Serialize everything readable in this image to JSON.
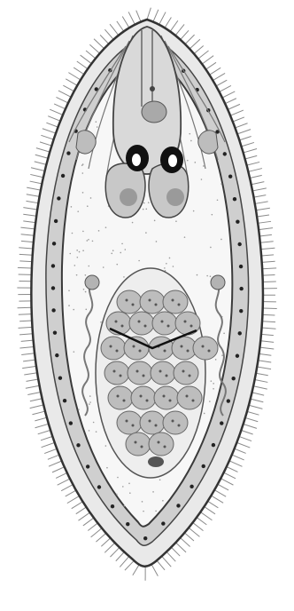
{
  "figure": {
    "labels": [],
    "colors": {
      "background": "#ffffff",
      "outline": "#333333",
      "cilia": "#8a8a8a",
      "body_fill": "#e9e9e9",
      "cortex_fill": "#cfcfcf",
      "interior_fill": "#f7f7f7",
      "organ_fill": "#bdbdbd",
      "organ_dark": "#8f8f8f",
      "eye_black": "#111111"
    },
    "icons": [
      "cilia-fringe",
      "eyespot",
      "gonad-lobes",
      "oviduct-coils"
    ]
  }
}
